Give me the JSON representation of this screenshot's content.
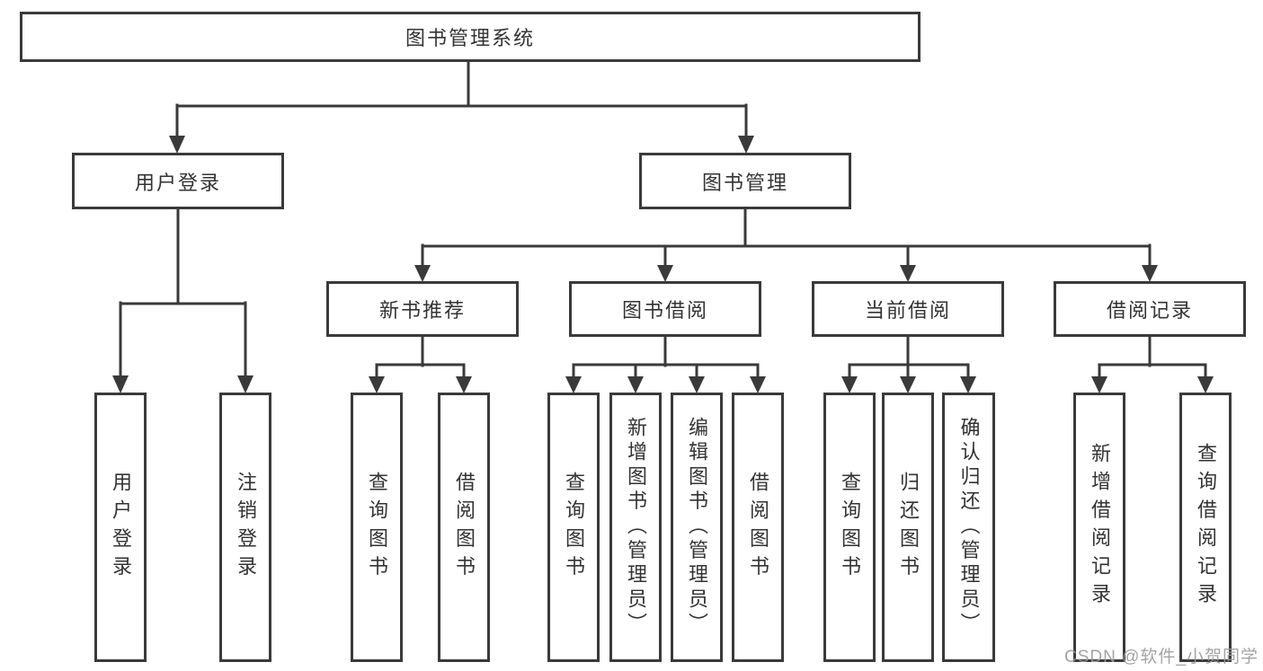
{
  "colors": {
    "line": "#3a3a3a",
    "node_border": "#3a3a3a",
    "node_fill": "#ffffff",
    "text": "#333333",
    "watermark": "#9b9b9b",
    "background": "#ffffff"
  },
  "tree": {
    "root": {
      "label": "图书管理系统"
    },
    "login": {
      "label": "用户登录",
      "children": [
        {
          "label": "用户登录"
        },
        {
          "label": "注销登录"
        }
      ]
    },
    "management": {
      "label": "图书管理",
      "sections": [
        {
          "label": "新书推荐",
          "children": [
            {
              "label": "查询图书"
            },
            {
              "label": "借阅图书"
            }
          ]
        },
        {
          "label": "图书借阅",
          "children": [
            {
              "label": "查询图书"
            },
            {
              "label": "新增图书（管理员）"
            },
            {
              "label": "编辑图书（管理员）"
            },
            {
              "label": "借阅图书"
            }
          ]
        },
        {
          "label": "当前借阅",
          "children": [
            {
              "label": "查询图书"
            },
            {
              "label": "归还图书"
            },
            {
              "label": "确认归还（管理员）"
            }
          ]
        },
        {
          "label": "借阅记录",
          "children": [
            {
              "label": "新增借阅记录"
            },
            {
              "label": "查询借阅记录"
            }
          ]
        }
      ]
    }
  },
  "watermark": {
    "text": "CSDN @软件_小贺同学"
  }
}
